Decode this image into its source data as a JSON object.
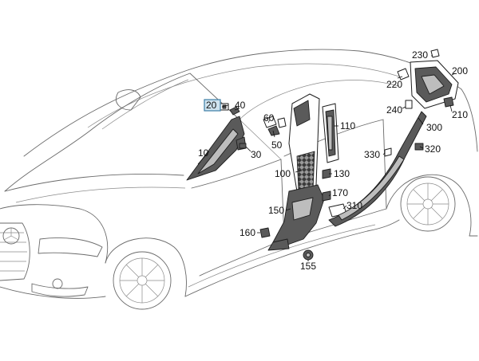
{
  "diagram": {
    "highlight_color": "#cfe3ef",
    "highlight_border_color": "#3d7ea6",
    "selected_label": "20",
    "labels": [
      "10",
      "20",
      "30",
      "40",
      "50",
      "60",
      "100",
      "110",
      "130",
      "150",
      "155",
      "160",
      "170",
      "200",
      "210",
      "220",
      "230",
      "240",
      "300",
      "310",
      "320",
      "330"
    ]
  }
}
